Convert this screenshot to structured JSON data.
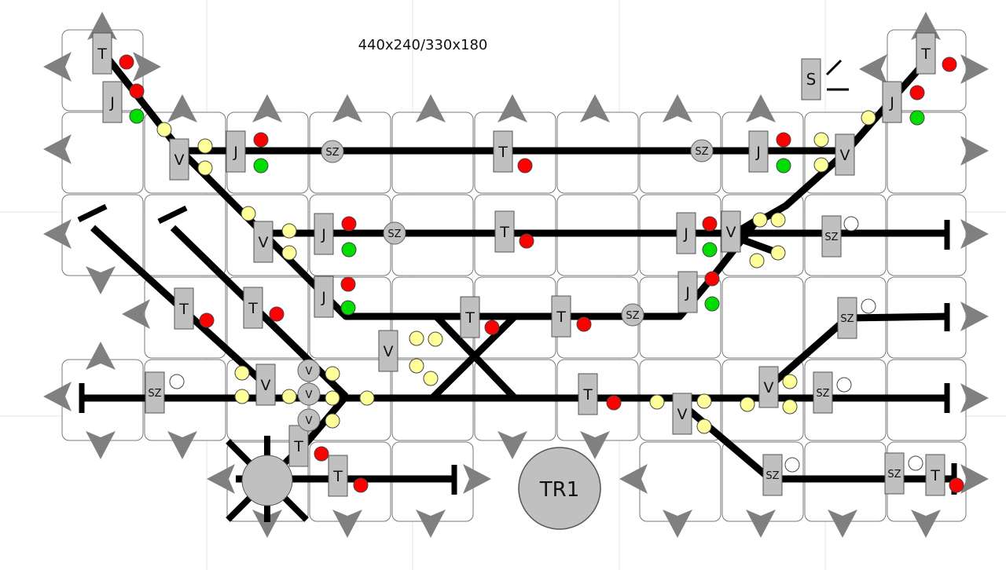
{
  "header": {
    "dimensions": "440x240/330x180"
  },
  "colors": {
    "track": "#000000",
    "block": "#c0c0c0",
    "arrow": "#808080",
    "red": "#ff0000",
    "green": "#00dd00",
    "yellow": "#ffff99",
    "white": "#ffffff",
    "tile_border": "#777777"
  },
  "turntable": {
    "label": "TR1"
  },
  "switch_indicator": {
    "label": "S"
  },
  "blocks": [
    "T",
    "J",
    "V",
    "J",
    "T",
    "J",
    "V",
    "J",
    "T",
    "V",
    "J",
    "T",
    "J",
    "V",
    "SZ",
    "J",
    "T",
    "T",
    "T",
    "T",
    "J",
    "V",
    "SZ",
    "SZ",
    "V",
    "T",
    "V",
    "V",
    "SZ",
    "T",
    "T",
    "SZ",
    "SZ",
    "T"
  ],
  "round_blocks": [
    "SZ",
    "SZ",
    "SZ",
    "SZ",
    "V",
    "V",
    "V"
  ]
}
